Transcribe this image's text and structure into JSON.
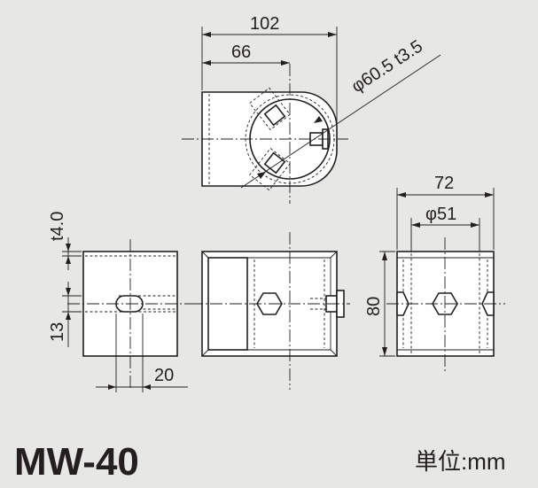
{
  "title": "MW-40",
  "unit_label": "単位:mm",
  "dimensions": {
    "top_width": "102",
    "top_offset": "66",
    "pipe_spec": "φ60.5 t3.5",
    "front_thickness": "t4.0",
    "front_hole_height": "13",
    "front_hole_offset": "20",
    "side_width": "72",
    "side_bore": "φ51",
    "side_height": "80"
  }
}
